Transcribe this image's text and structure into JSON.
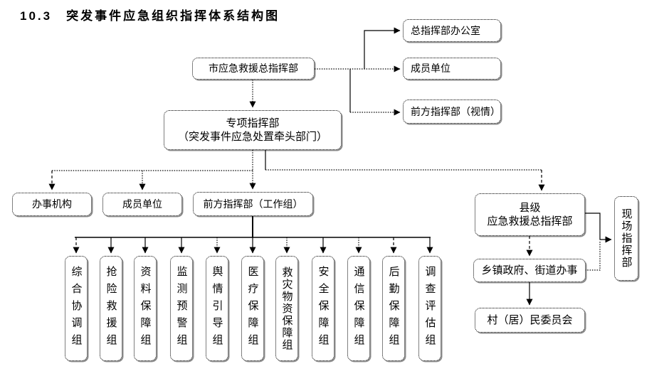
{
  "title": "10.3　突发事件应急组织指挥体系结构图",
  "nodes": {
    "city_hq": "市应急救援总指挥部",
    "hq_office": "总指挥部办公室",
    "member_units_top": "成员单位",
    "front_hq_situational": "前方指挥部（视情）",
    "special_hq_line1": "专项指挥部",
    "special_hq_line2": "（突发事件应急处置牵头部门）",
    "admin_body": "办事机构",
    "member_units_mid": "成员单位",
    "front_hq_workgroup": "前方指挥部（工作组）",
    "county_hq_line1": "县级",
    "county_hq_line2": "应急救援总指挥部",
    "onsite_hq": "现场指挥部",
    "township": "乡镇政府、街道办事",
    "village": "村（居）民委员会"
  },
  "work_groups": [
    "综合协调组",
    "抢险救援组",
    "资料保障组",
    "监测预警组",
    "舆情引导组",
    "医疗保障组",
    "救灾物资保障组",
    "安全保障组",
    "通信保障组",
    "后勤保障组",
    "调查评估组"
  ],
  "colors": {
    "line": "#000000",
    "box_border": "#000000",
    "background": "#ffffff",
    "text": "#000000"
  }
}
